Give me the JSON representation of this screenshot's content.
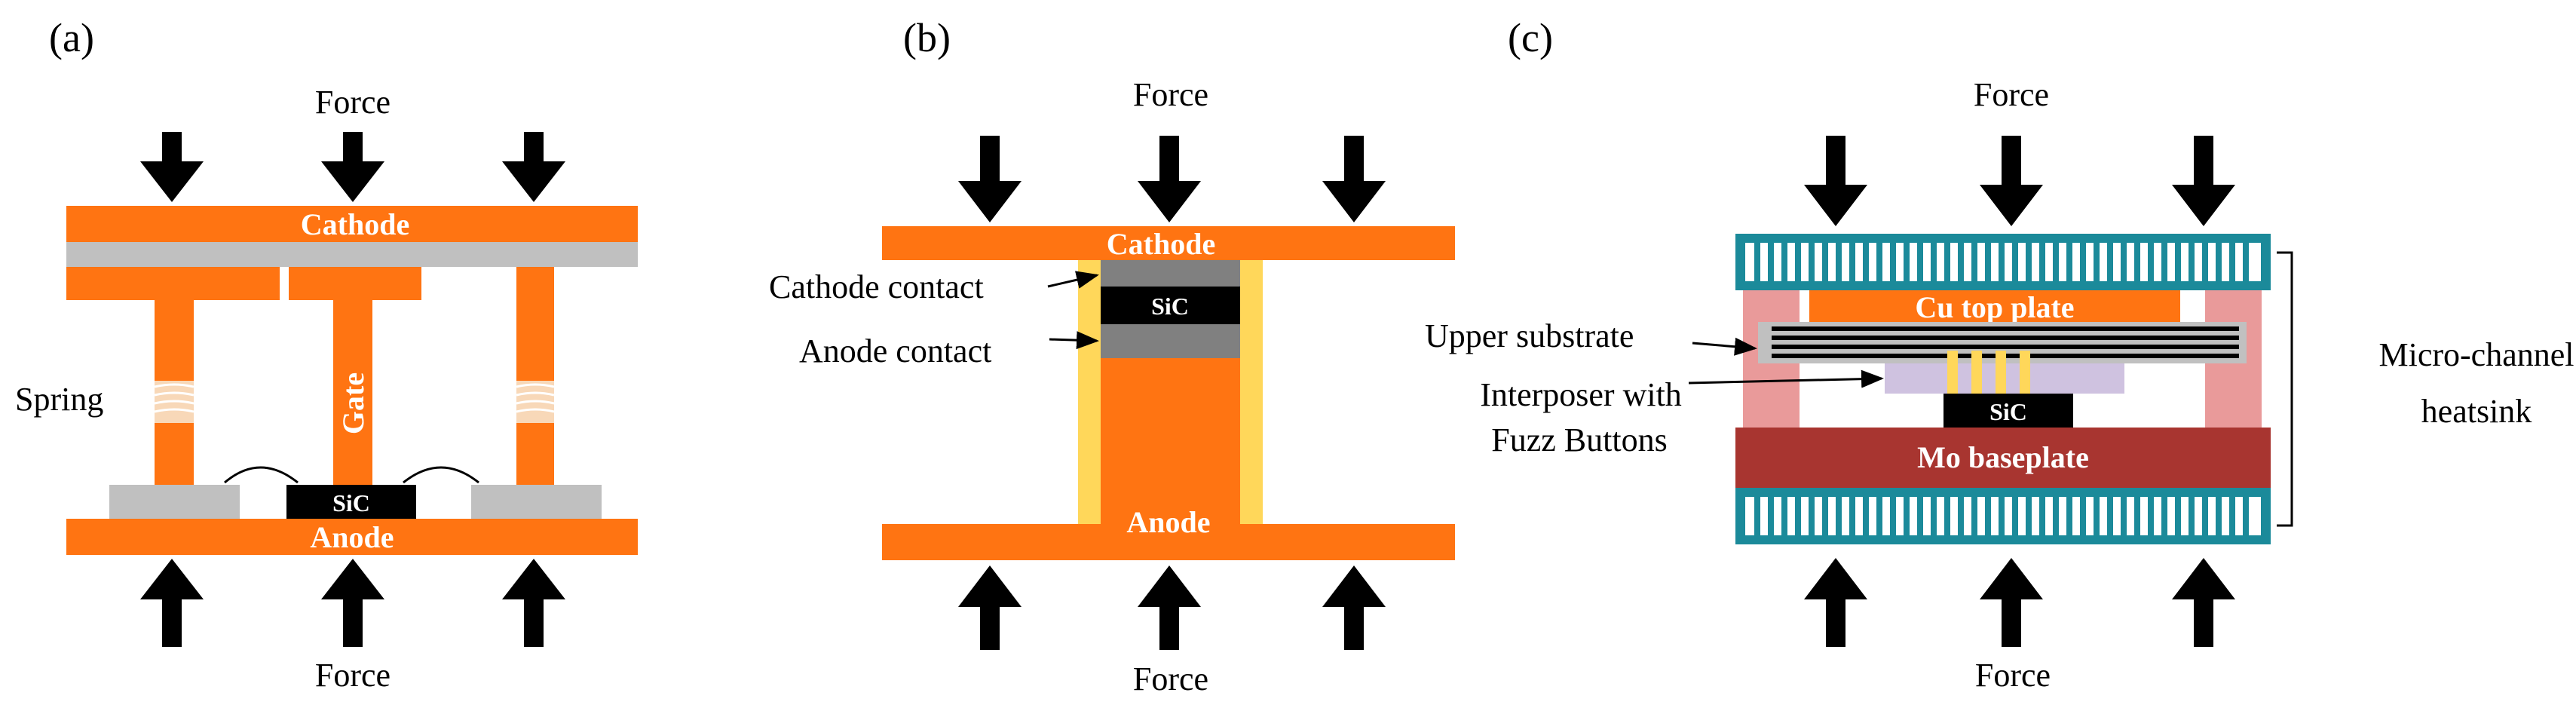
{
  "panels": {
    "a": {
      "panel_label": "(a)",
      "force_top": "Force",
      "force_bottom": "Force",
      "cathode": "Cathode",
      "anode": "Anode",
      "gate": "Gate",
      "spring": "Spring",
      "sic": "SiC"
    },
    "b": {
      "panel_label": "(b)",
      "force_top": "Force",
      "force_bottom": "Force",
      "cathode": "Cathode",
      "anode": "Anode",
      "cathode_contact": "Cathode contact",
      "anode_contact": "Anode contact",
      "sic": "SiC"
    },
    "c": {
      "panel_label": "(c)",
      "force_top": "Force",
      "force_bottom": "Force",
      "cu_top_plate": "Cu top plate",
      "mo_baseplate": "Mo baseplate",
      "upper_substrate": "Upper substrate",
      "interposer_line1": "Interposer with",
      "interposer_line2": "Fuzz Buttons",
      "heatsink_line1": "Micro-channel",
      "heatsink_line2": "heatsink",
      "sic": "SiC"
    }
  },
  "colors": {
    "orange": "#ff7412",
    "gray": "#c0c0c0",
    "dark_gray": "#808080",
    "black": "#000000",
    "yellow": "#ffd75a",
    "teal": "#1b8a9a",
    "pink": "#e99a9a",
    "lavender": "#cfc2e0",
    "brick": "#a83530"
  }
}
